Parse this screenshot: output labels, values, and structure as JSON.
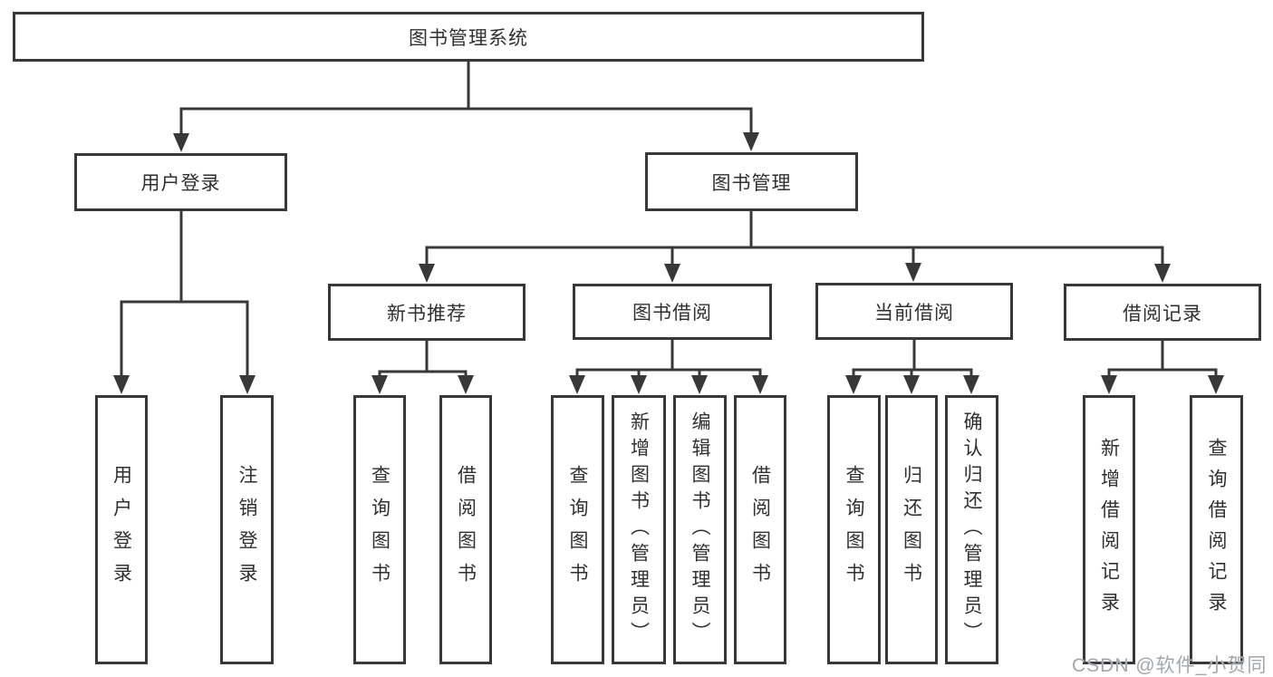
{
  "diagram": {
    "root": {
      "label": "图书管理系统"
    },
    "level2": {
      "user_login": {
        "label": "用户登录"
      },
      "book_mgmt": {
        "label": "图书管理"
      }
    },
    "level3": {
      "new_book_rec": {
        "label": "新书推荐"
      },
      "book_borrow": {
        "label": "图书借阅"
      },
      "current_borrow": {
        "label": "当前借阅"
      },
      "borrow_records": {
        "label": "借阅记录"
      }
    },
    "leaves": {
      "user_login": {
        "label": "用户登录"
      },
      "logout": {
        "label": "注销登录"
      },
      "rec_query_books": {
        "label": "查询图书"
      },
      "rec_borrow_books": {
        "label": "借阅图书"
      },
      "bb_query_books": {
        "label": "查询图书"
      },
      "bb_add_books": {
        "label": "新增图书（管理员）"
      },
      "bb_edit_books": {
        "label": "编辑图书（管理员）"
      },
      "bb_borrow_books": {
        "label": "借阅图书"
      },
      "cb_query_books": {
        "label": "查询图书"
      },
      "cb_return_books": {
        "label": "归还图书"
      },
      "cb_confirm_return": {
        "label": "确认归还（管理员）"
      },
      "br_add_record": {
        "label": "新增借阅记录"
      },
      "br_query_record": {
        "label": "查询借阅记录"
      }
    },
    "watermark": "CSDN @软件_小贺同学",
    "colors": {
      "line": "#383838",
      "text": "#303030",
      "watermark": "#a2a7ac"
    }
  }
}
